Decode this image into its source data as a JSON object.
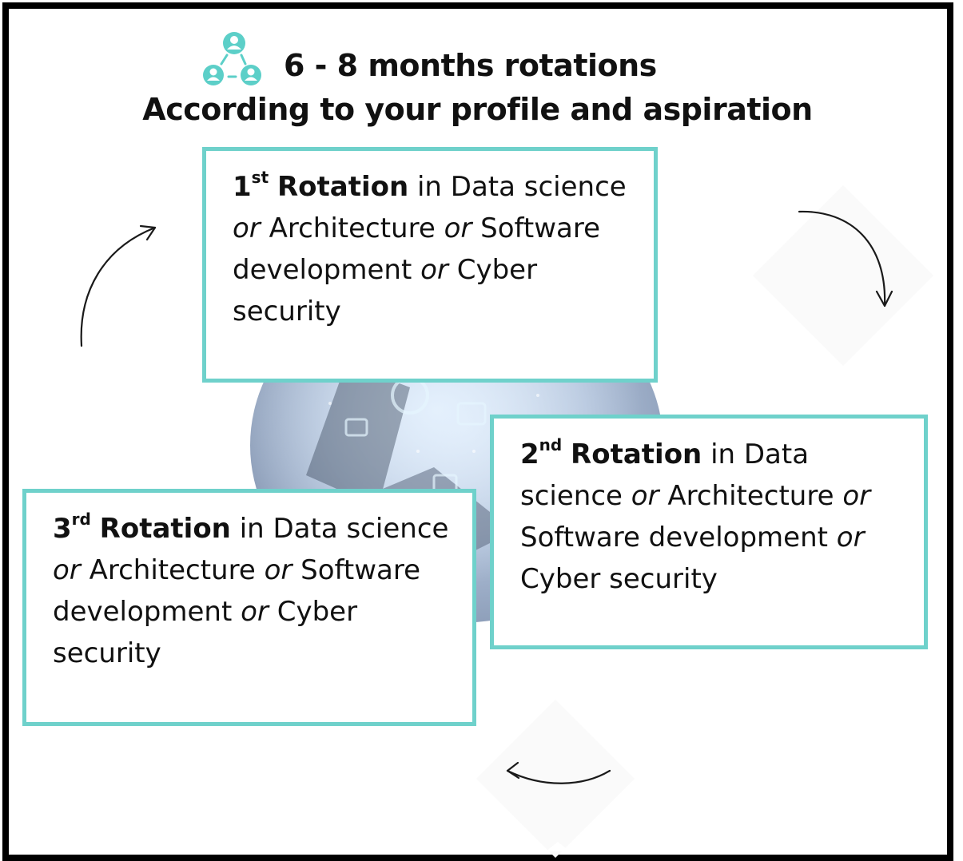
{
  "header": {
    "line1": "6 - 8 months rotations",
    "line2": "According to your profile and aspiration",
    "icon": "team-network-icon",
    "icon_color": "#5ccfc8"
  },
  "rotations": [
    {
      "ordinal": "1",
      "suffix": "st",
      "title": "Rotation",
      "prefix": "in Data science",
      "connector": "or",
      "options": [
        "Architecture",
        "Software development",
        "Cyber security"
      ]
    },
    {
      "ordinal": "2",
      "suffix": "nd",
      "title": "Rotation",
      "prefix": "in Data science",
      "connector": "or",
      "options": [
        "Architecture",
        "Software development",
        "Cyber security"
      ]
    },
    {
      "ordinal": "3",
      "suffix": "rd",
      "title": "Rotation",
      "prefix": "in Data science",
      "connector": "or",
      "options": [
        "Architecture",
        "Software development",
        "Cyber security"
      ]
    }
  ],
  "colors": {
    "box_border": "#6fd1cb",
    "frame": "#000000",
    "arrow": "#1a1a1a"
  },
  "background_image": "laptop-cybersecurity-photo"
}
